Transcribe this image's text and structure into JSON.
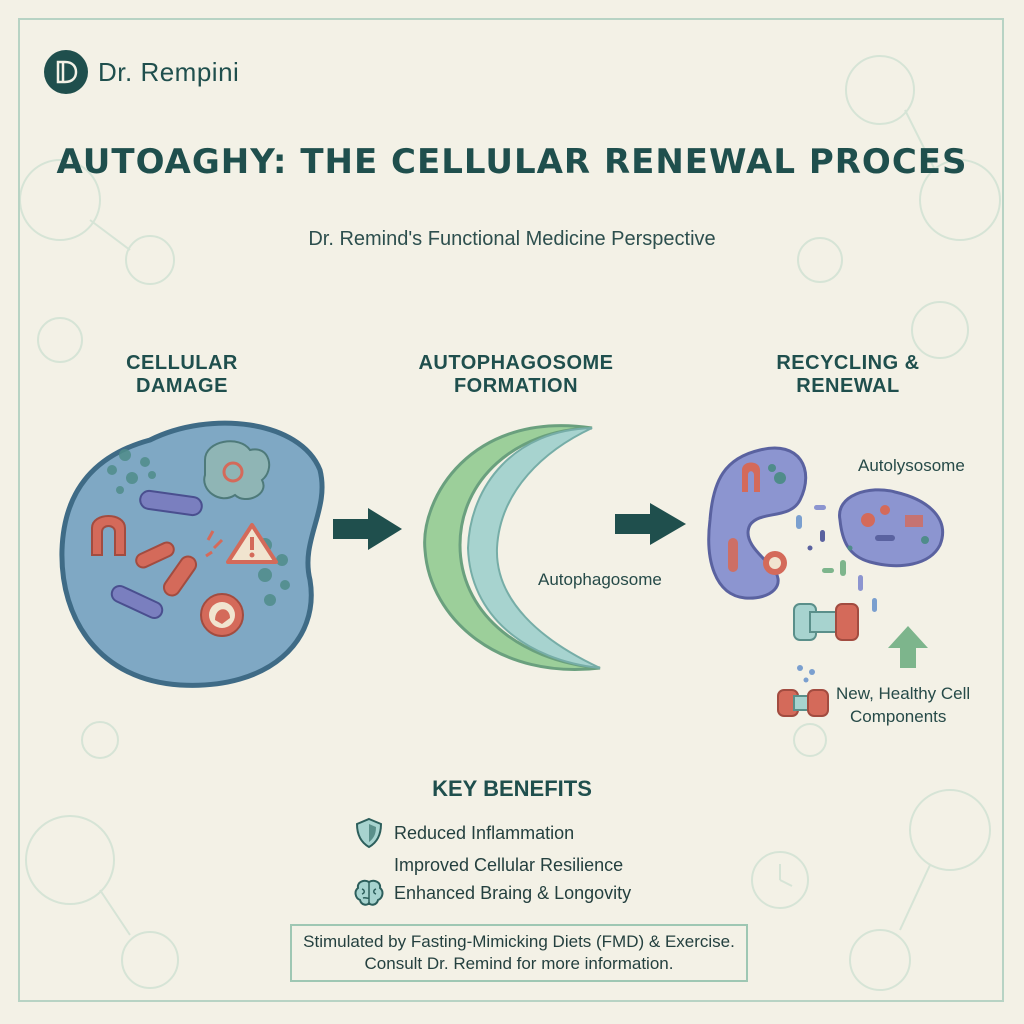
{
  "brand": {
    "name": "Dr. Rempini",
    "logo_icon": "d-monogram-icon"
  },
  "title": "AUTOAGHY: THE CELLULAR RENEWAL PROCES",
  "subtitle": "Dr. Remind's Functional Medicine Perspective",
  "stages": [
    {
      "label": "CELLULAR DAMAGE"
    },
    {
      "label": "AUTOPHAGOSOME FORMATION"
    },
    {
      "label": "RECYCLING & RENEWAL"
    }
  ],
  "diagram_labels": {
    "autophagosome": "Autophagosome",
    "autolysosome": "Autolysosome",
    "new_components_line1": "New, Healthy Cell",
    "new_components_line2": "Components"
  },
  "benefits": {
    "title": "KEY BENEFITS",
    "items": [
      {
        "label": "Reduced Inflammation",
        "icon": "shield-icon"
      },
      {
        "label": "Improved Cellular Resilience",
        "icon": ""
      },
      {
        "label": "Enhanced Braing & Longovity",
        "icon": "brain-icon"
      }
    ]
  },
  "note": {
    "line1": "Stimulated by Fasting-Mimicking Diets (FMD) & Exercise.",
    "line2": "Consult Dr. Remind for more information."
  },
  "colors": {
    "background": "#f3f1e6",
    "primary": "#1f4f4d",
    "cell_fill": "#7fa8c4",
    "organelle_red": "#d46a5a",
    "membrane_green": "#9ccf9a",
    "arrow_up": "#7db58c"
  }
}
